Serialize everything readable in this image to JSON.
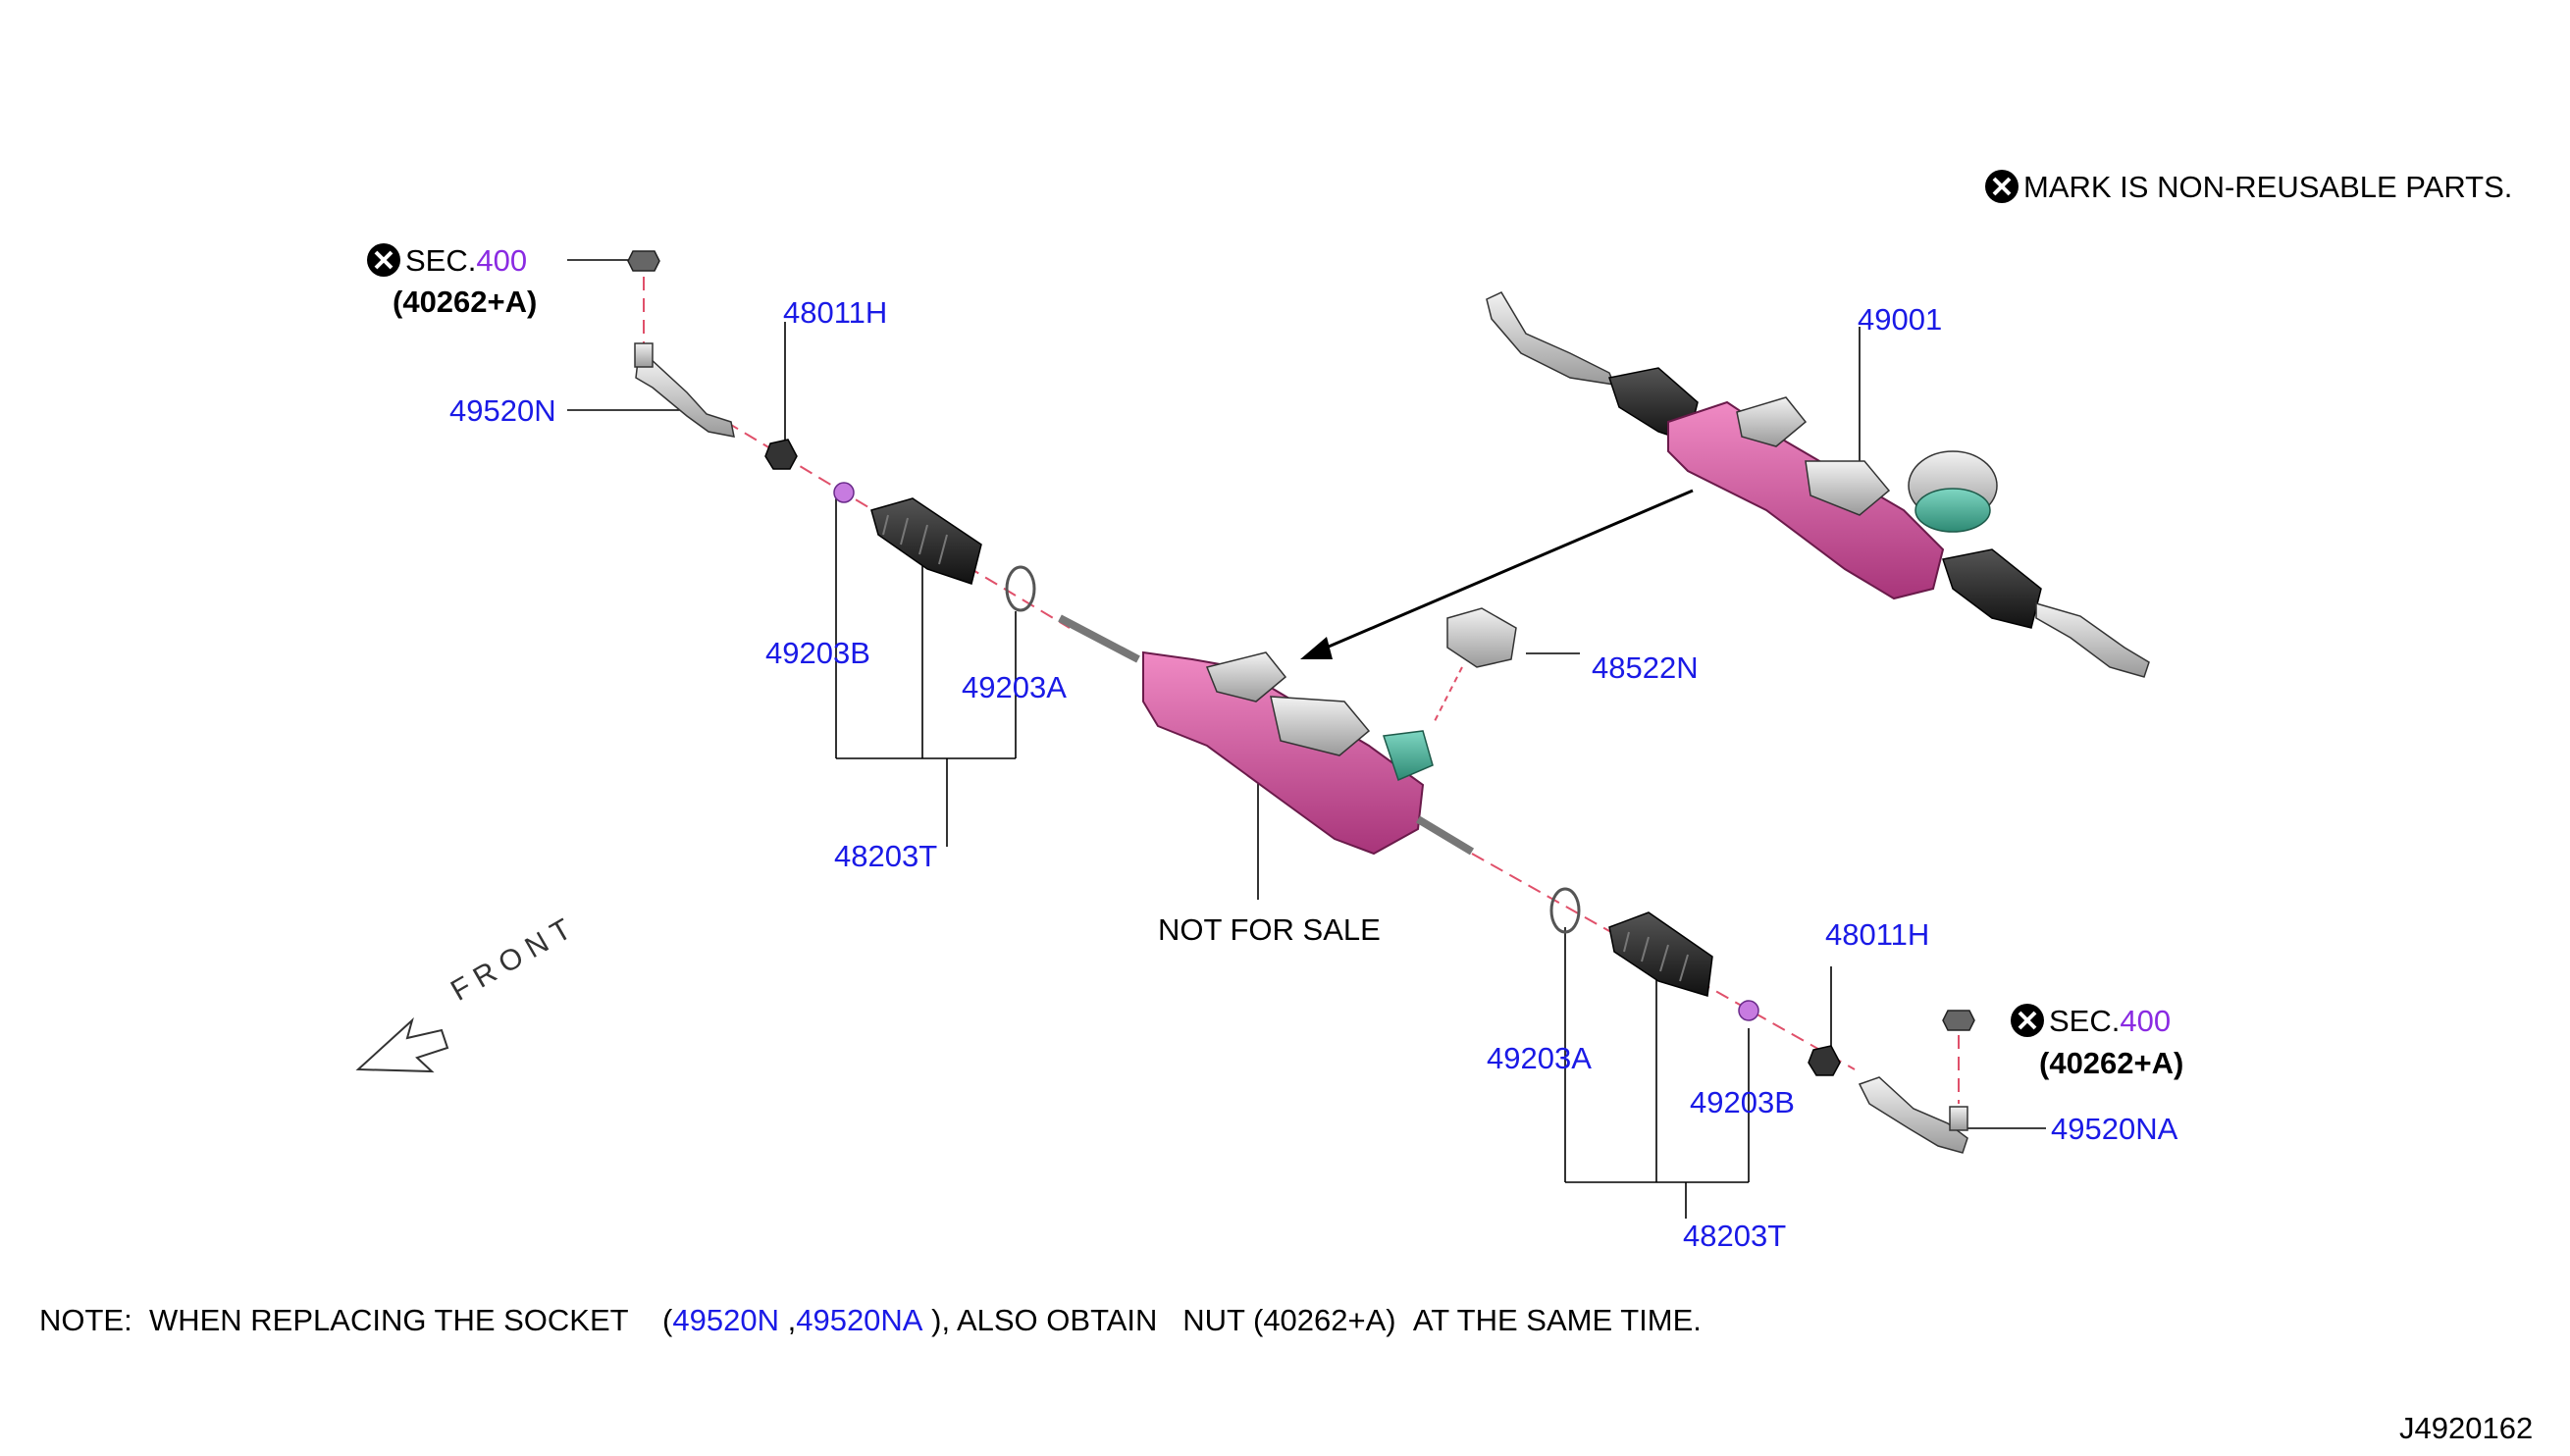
{
  "header": {
    "mark_note": "MARK IS NON-REUSABLE PARTS."
  },
  "parts": {
    "sec_left_prefix": "SEC.",
    "sec_left_num": "400",
    "nut_left": "(40262+A)",
    "p49520N": "49520N",
    "p48011H_left": "48011H",
    "p49203B_left": "49203B",
    "p49203A_left": "49203A",
    "p48203T_left": "48203T",
    "p49001": "49001",
    "p48522N": "48522N",
    "not_for_sale": "NOT FOR SALE",
    "front": "FRONT",
    "p48011H_right": "48011H",
    "sec_right_prefix": "SEC.",
    "sec_right_num": "400",
    "nut_right": "(40262+A)",
    "p49203A_right": "49203A",
    "p49203B_right": "49203B",
    "p49520NA": "49520NA",
    "p48203T_right": "48203T"
  },
  "note": {
    "prefix": "NOTE:",
    "text1": "WHEN REPLACING THE SOCKET",
    "open": "(",
    "part1": "49520N",
    "comma": ",",
    "part2": "49520NA",
    "text2": "), ALSO OBTAIN",
    "text3": "NUT (40262+A)",
    "text4": "AT THE SAME TIME."
  },
  "diagram_id": "J4920162",
  "colors": {
    "part_number": "#1a1ae6",
    "section_number": "#8a2be2",
    "housing": "#d45aa0",
    "boot": "#2b2b2b",
    "valve": "#3aa08a"
  }
}
